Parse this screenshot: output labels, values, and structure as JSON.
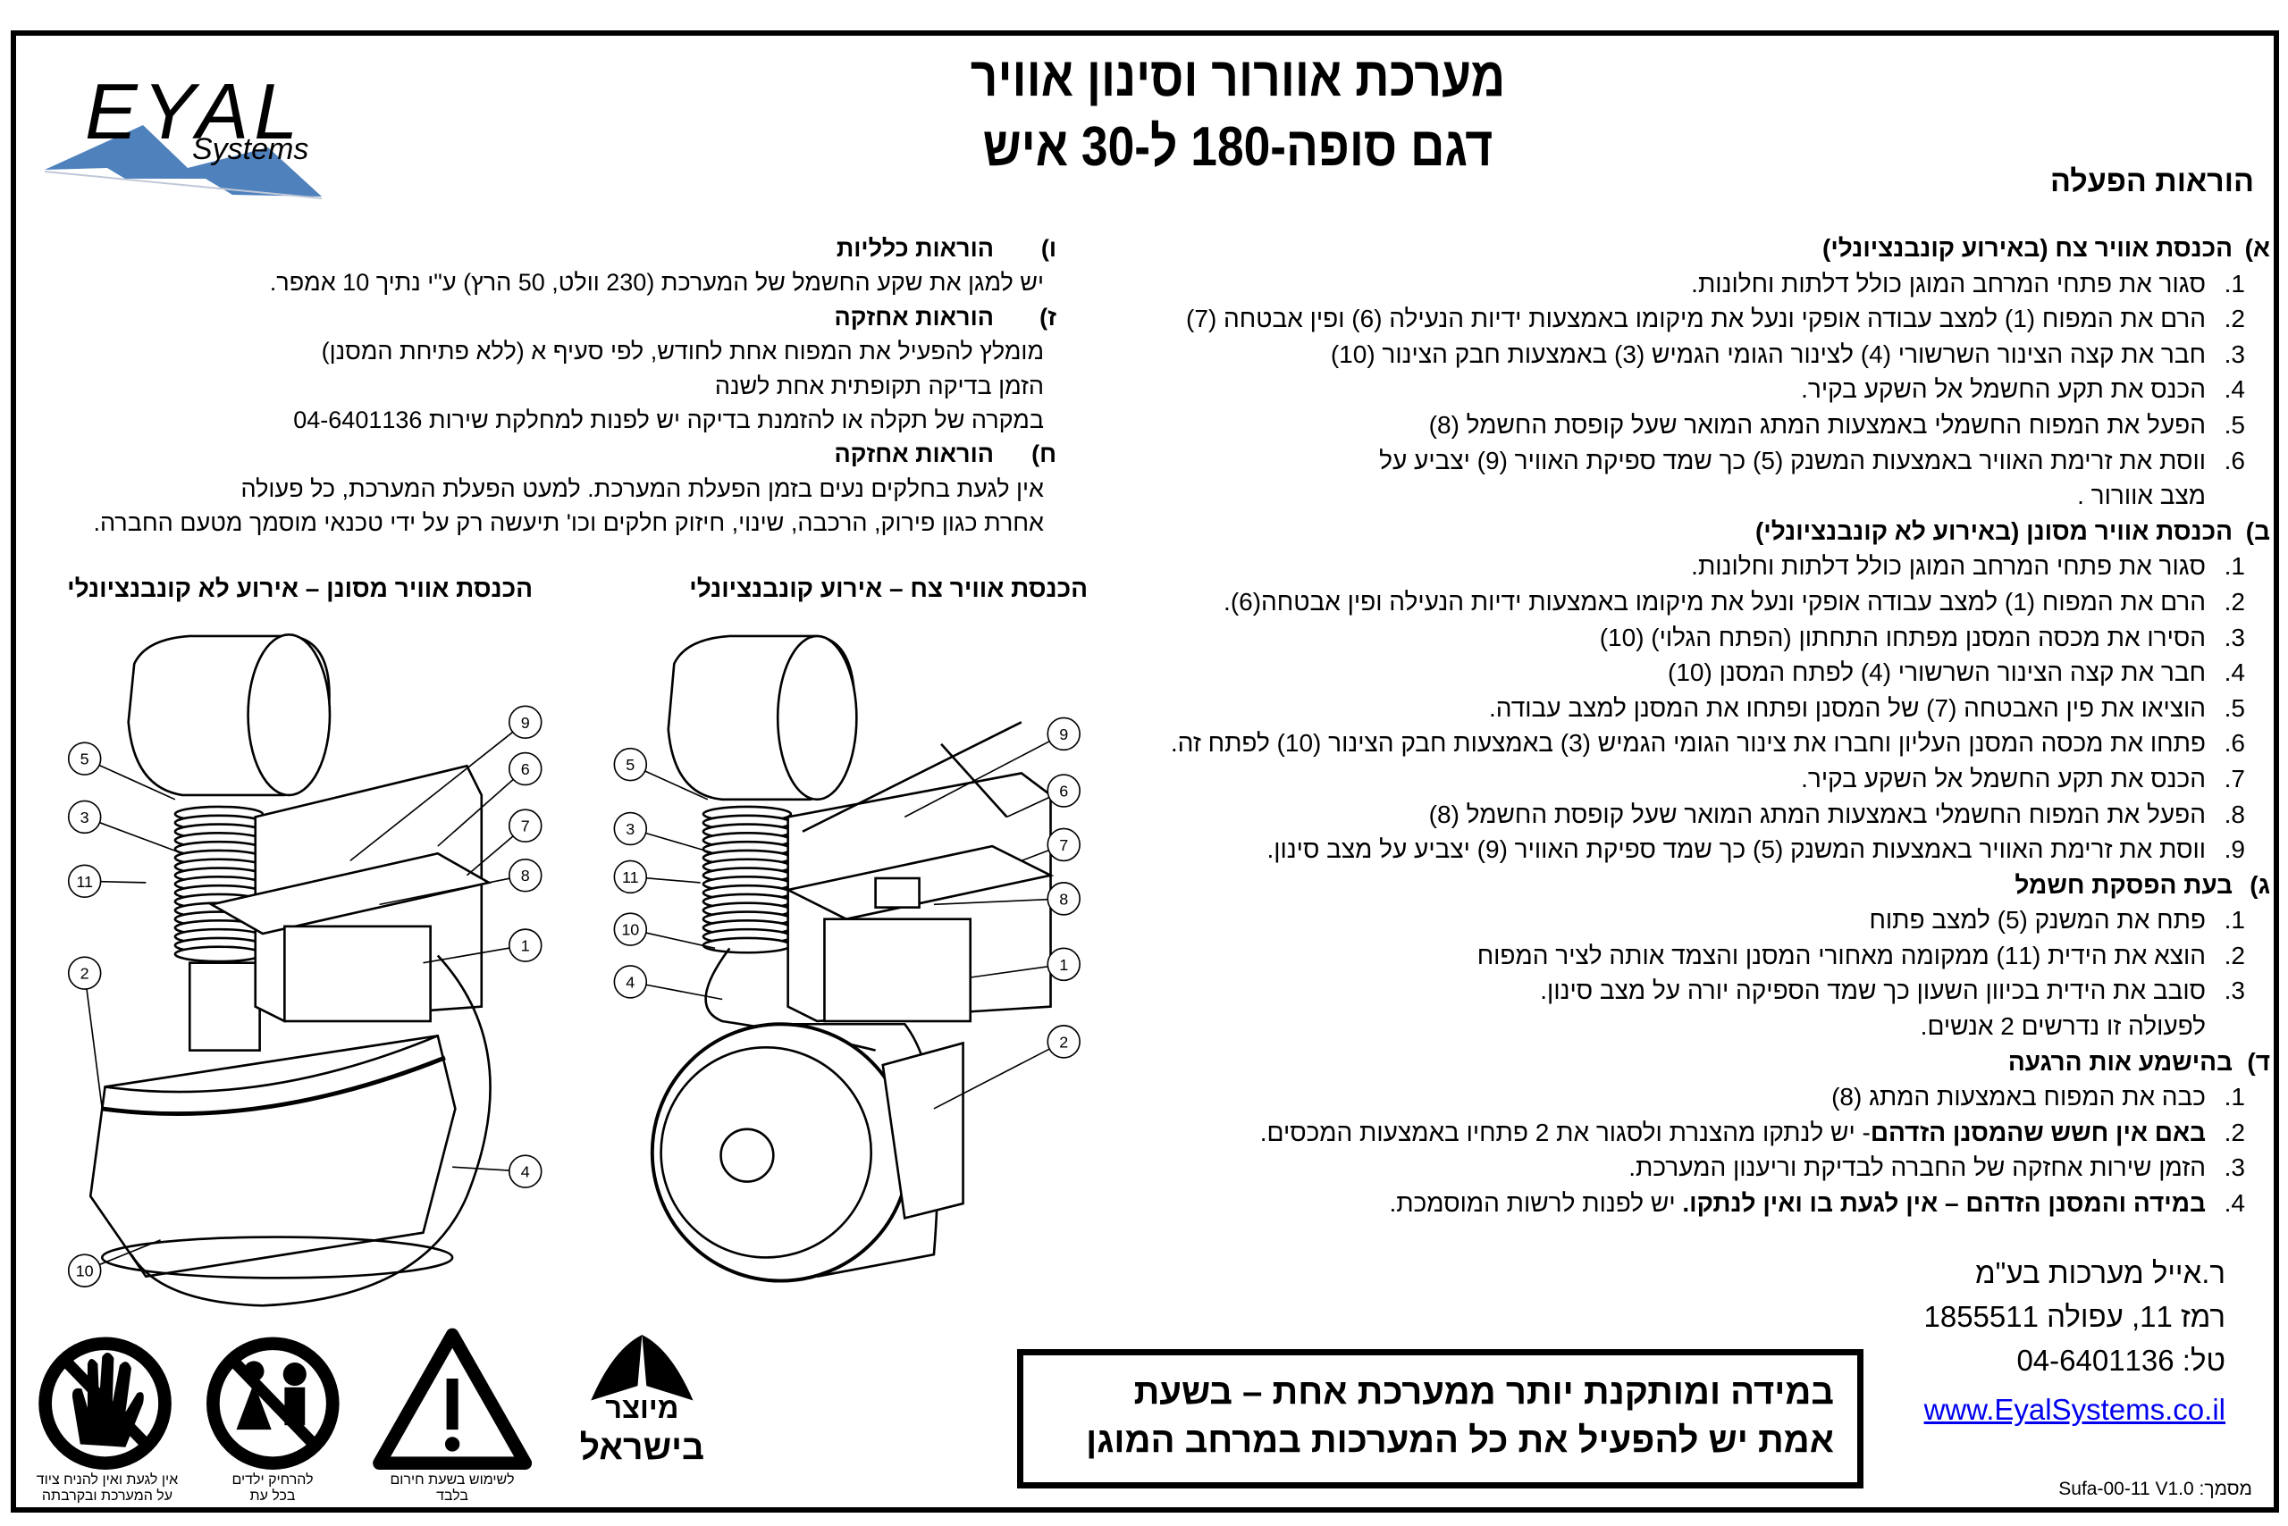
{
  "header": {
    "logo_text": "EYAL",
    "logo_subtext": "Systems",
    "title_line1": "מערכת אוורור וסינון אוויר",
    "title_line2": "דגם סופה-180 ל-30 איש",
    "operating_instructions": "הוראות הפעלה"
  },
  "colors": {
    "logo_blue": "#4f81bd",
    "link": "#0000ee"
  },
  "sections": [
    {
      "letter": "א)",
      "title": "הכנסת אוויר צח (באירוע קונבנציונלי)",
      "items": [
        {
          "num": "1.",
          "text": "סגור את פתחי המרחב המוגן כולל דלתות וחלונות."
        },
        {
          "num": "2.",
          "text": "הרם את המפוח (1) למצב עבודה אופקי ונעל את מיקומו באמצעות ידיות הנעילה (6) ופין אבטחה (7)"
        },
        {
          "num": "3.",
          "text": "חבר את קצה הצינור השרשורי (4) לצינור הגומי הגמיש (3) באמצעות חבק הצינור (10)"
        },
        {
          "num": "4.",
          "text": "הכנס את תקע החשמל אל השקע בקיר."
        },
        {
          "num": "5.",
          "text": "הפעל את המפוח החשמלי באמצעות המתג המואר שעל קופסת החשמל (8)"
        },
        {
          "num": "6.",
          "text": "ווסת את זרימת האוויר באמצעות המשנק (5) כך שמד ספיקת האוויר (9) יצביע על",
          "cont": "מצב אוורור ."
        }
      ]
    },
    {
      "letter": "ב)",
      "title": "הכנסת אוויר מסונן (באירוע לא קונבנציונלי)",
      "items": [
        {
          "num": "1.",
          "text": "סגור את פתחי המרחב המוגן כולל דלתות וחלונות."
        },
        {
          "num": "2.",
          "text": "הרם את המפוח (1) למצב עבודה אופקי ונעל את מיקומו באמצעות ידיות הנעילה ופין אבטחה(6)."
        },
        {
          "num": "3.",
          "text": "הסירו את מכסה המסנן מפתחו התחתון (הפתח הגלוי) (10)"
        },
        {
          "num": "4.",
          "text": "חבר את קצה הצינור השרשורי (4) לפתח המסנן (10)"
        },
        {
          "num": "5.",
          "text": "הוציאו את פין האבטחה (7) של המסנן ופתחו את המסנן למצב עבודה."
        },
        {
          "num": "6.",
          "text": "פתחו את מכסה המסנן העליון וחברו את צינור הגומי הגמיש (3) באמצעות חבק הצינור (10) לפתח זה."
        },
        {
          "num": "7.",
          "text": "הכנס את תקע החשמל אל השקע בקיר."
        },
        {
          "num": "8.",
          "text": "הפעל את המפוח החשמלי באמצעות המתג המואר שעל קופסת החשמל (8)"
        },
        {
          "num": "9.",
          "text": "ווסת את זרימת האוויר באמצעות המשנק (5) כך שמד ספיקת האוויר (9) יצביע על מצב סינון."
        }
      ]
    },
    {
      "letter": "ג)",
      "title": "בעת הפסקת חשמל",
      "items": [
        {
          "num": "1.",
          "text": "פתח את המשנק (5) למצב פתוח"
        },
        {
          "num": "2.",
          "text": "הוצא את הידית (11) ממקומה מאחורי המסנן והצמד אותה לציר המפוח"
        },
        {
          "num": "3.",
          "text": "סובב את הידית בכיוון השעון כך שמד הספיקה יורה על מצב סינון.",
          "cont": "לפעולה זו נדרשים 2 אנשים."
        }
      ]
    },
    {
      "letter": "ד)",
      "title": "בהישמע אות הרגעה",
      "items": [
        {
          "num": "1.",
          "text": "כבה את המפוח באמצעות המתג (8)"
        },
        {
          "num": "2.",
          "bold": "באם אין חשש שהמסנן הזדהם",
          "text": "- יש לנתקו מהצנרת ולסגור את 2 פתחיו באמצעות המכסים."
        },
        {
          "num": "3.",
          "text": "הזמן שירות אחזקה של החברה לבדיקת וריענון המערכת."
        },
        {
          "num": "4.",
          "bold": "במידה והמסנן הזדהם – אין לגעת בו ואין לנתקו.",
          "text": " יש לפנות לרשות המוסמכת."
        }
      ]
    }
  ],
  "left_sections": [
    {
      "letter": "ו)",
      "title": "הוראות כלליות",
      "lines": [
        "יש למגן את שקע החשמל של המערכת (230 וולט, 50 הרץ) ע\"י נתיך 10 אמפר."
      ]
    },
    {
      "letter": "ז)",
      "title": "הוראות אחזקה",
      "lines": [
        "מומלץ להפעיל את המפוח אחת לחודש, לפי סעיף א (ללא פתיחת המסנן)",
        "הזמן בדיקה תקופתית אחת לשנה",
        "במקרה של תקלה או להזמנת בדיקה יש לפנות למחלקת שירות 04-6401136"
      ]
    },
    {
      "letter": "ח)",
      "title": "הוראות אחזקה",
      "lines": [
        "אין לגעת בחלקים נעים בזמן הפעלת המערכת. למעט הפעלת המערכת, כל פעולה",
        "אחרת כגון פירוק, הרכבה, שינוי, חיזוק חלקים וכו' תיעשה רק על ידי טכנאי מוסמך מטעם החברה."
      ]
    }
  ],
  "diagrams": [
    {
      "caption": "הכנסת אוויר צח – אירוע קונבנציונלי",
      "callouts": [
        "5",
        "3",
        "11",
        "10",
        "4",
        "9",
        "6",
        "7",
        "8",
        "1",
        "2"
      ]
    },
    {
      "caption": "הכנסת אוויר מסונן – אירוע לא קונבנציונלי",
      "callouts": [
        "5",
        "3",
        "11",
        "2",
        "10",
        "9",
        "6",
        "7",
        "8",
        "1",
        "4"
      ]
    }
  ],
  "icons": [
    {
      "name": "no-touch-icon",
      "caption_line1": "אין לגעת ואין להניח ציוד",
      "caption_line2": "על המערכת ובקרבתה"
    },
    {
      "name": "keep-children-away-icon",
      "caption_line1": "להרחיק ילדים",
      "caption_line2": "בכל עת"
    },
    {
      "name": "warning-icon",
      "caption_line1": "לשימוש בשעת חירום",
      "caption_line2": "בלבד"
    },
    {
      "name": "made-in-israel-logo",
      "logo_text": "מיוצר בישראל"
    }
  ],
  "notice": {
    "line1": "במידה ומותקנת יותר ממערכת אחת – בשעת",
    "line2": "אמת יש להפעיל את כל המערכות במרחב המוגן"
  },
  "company": {
    "name": "ר.אייל מערכות בע\"מ",
    "address": "רמז 11, עפולה 1855511",
    "phone": "טל: 04-6401136",
    "website": "www.EyalSystems.co.il"
  },
  "document": {
    "label": "מסמך:",
    "number": "Sufa-00-11 V1.0"
  }
}
